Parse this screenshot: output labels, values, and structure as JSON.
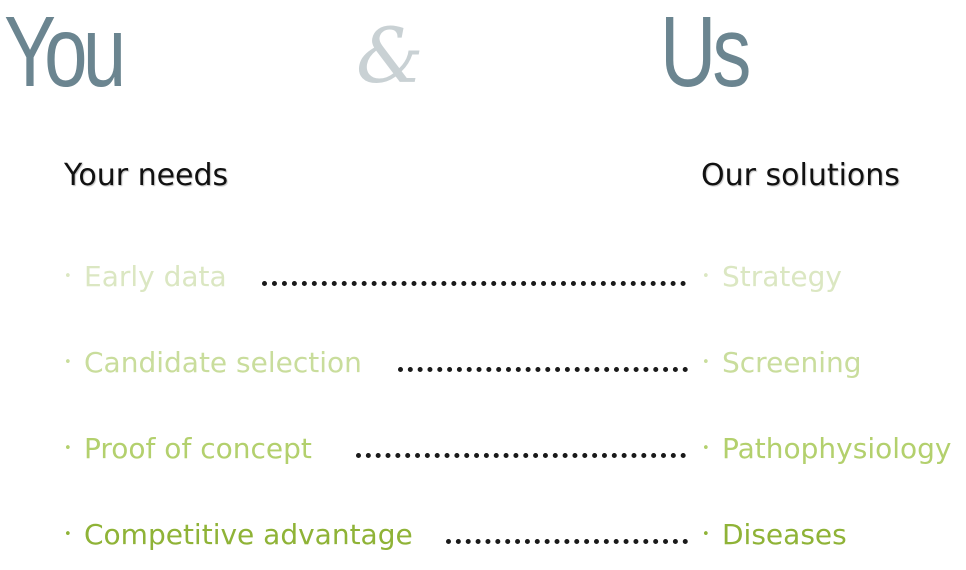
{
  "hero": {
    "you": "You",
    "amp": "&",
    "us": "Us"
  },
  "headings": {
    "needs": "Your needs",
    "solutions": "Our solutions"
  },
  "bullet_glyph": "•",
  "rows": [
    {
      "need": "Early data",
      "solution": "Strategy",
      "color": "#dbe7c2"
    },
    {
      "need": "Candidate selection",
      "solution": "Screening",
      "color": "#c9dd9c"
    },
    {
      "need": "Proof of concept",
      "solution": "Pathophysiology",
      "color": "#b3d06d"
    },
    {
      "need": "Competitive advantage",
      "solution": "Diseases",
      "color": "#8fb337"
    }
  ],
  "colors": {
    "hero_dark": "#6b8590",
    "hero_light": "#c9d1d4",
    "heading": "#111111",
    "leader": "#1a1a1a"
  }
}
